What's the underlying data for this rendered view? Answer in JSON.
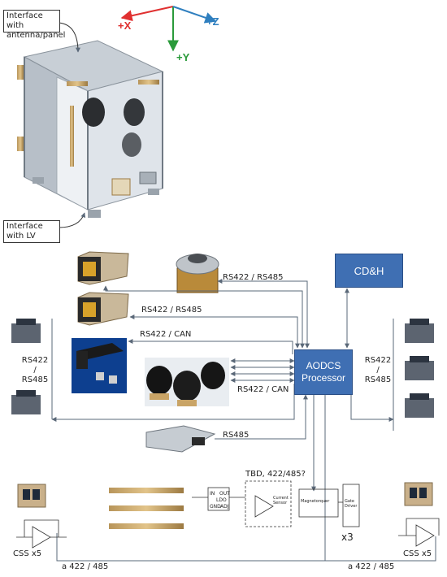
{
  "callouts": {
    "top": "Interface with antenna/panel",
    "bottom": "Interface with LV"
  },
  "axes": {
    "x": "+X",
    "y": "+Y",
    "z": "+Z"
  },
  "boxes": {
    "cdh": "CD&H",
    "aodcs_line1": "AODCS",
    "aodcs_line2": "Processor"
  },
  "links": {
    "rs422_485_a": "RS422 / RS485",
    "rs422_485_b": "RS422 / RS485",
    "rs422_can_a": "RS422 / CAN",
    "rs422_can_b": "RS422 / CAN",
    "rs485": "RS485",
    "tbd": "TBD, 422/485?",
    "left_stack": [
      "RS422",
      "/",
      "RS485"
    ],
    "right_stack": [
      "RS422",
      "/",
      "RS485"
    ],
    "bottom_left": "a 422 / 485",
    "bottom_right": "a 422 / 485"
  },
  "circuit": {
    "x3": "x3",
    "ldo": "LDO",
    "in": "IN",
    "out": "OUT",
    "gnd": "GND",
    "adj": "ADJ",
    "current_sensor": "Current Sensor",
    "magnetorquer": "Magnetorquer",
    "gate_driver": "Gate Driver"
  },
  "sensors": {
    "left": "CSS x5",
    "right": "CSS x5"
  },
  "colors": {
    "box_fill": "#3f6fb3",
    "axis_x": "#e03030",
    "axis_y": "#2a9a3a",
    "axis_z": "#2f7fbf",
    "line": "#5a6878"
  }
}
